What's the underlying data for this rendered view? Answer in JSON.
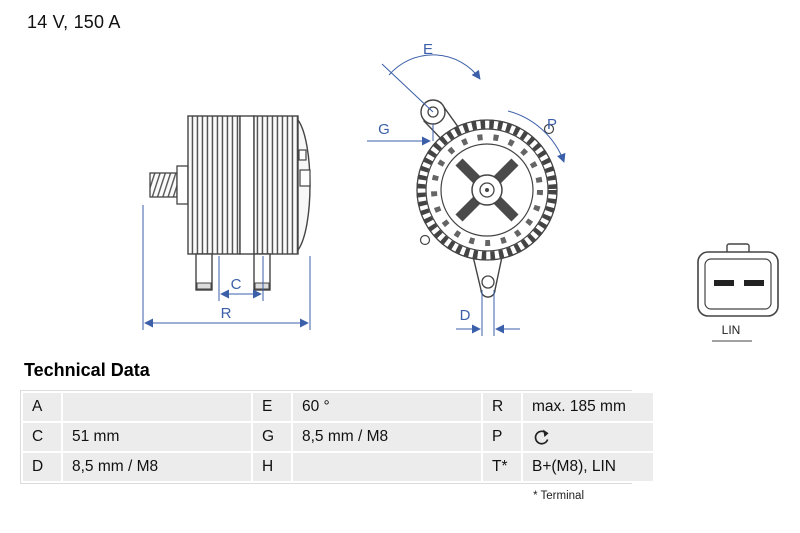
{
  "header": {
    "title": "14 V, 150 A"
  },
  "diagram": {
    "labels": {
      "c": "C",
      "r": "R",
      "e": "E",
      "g": "G",
      "p": "P",
      "d": "D"
    },
    "connector_label": "LIN"
  },
  "technical_data": {
    "heading": "Technical Data",
    "footnote": "* Terminal",
    "rows": [
      [
        {
          "label": "A",
          "value": ""
        },
        {
          "label": "E",
          "value": "60 °"
        },
        {
          "label": "R",
          "value": "max. 185 mm"
        }
      ],
      [
        {
          "label": "C",
          "value": "51 mm"
        },
        {
          "label": "G",
          "value": "8,5 mm / M8"
        },
        {
          "label": "P",
          "value": "",
          "icon": "rotation-direction-icon"
        }
      ],
      [
        {
          "label": "D",
          "value": "8,5 mm / M8"
        },
        {
          "label": "H",
          "value": ""
        },
        {
          "label": "T*",
          "value": "B+(M8), LIN"
        }
      ]
    ]
  },
  "colors": {
    "dimension_blue": "#3b5fa8",
    "drawing_line": "#444444",
    "table_cell_bg": "#ececec"
  }
}
